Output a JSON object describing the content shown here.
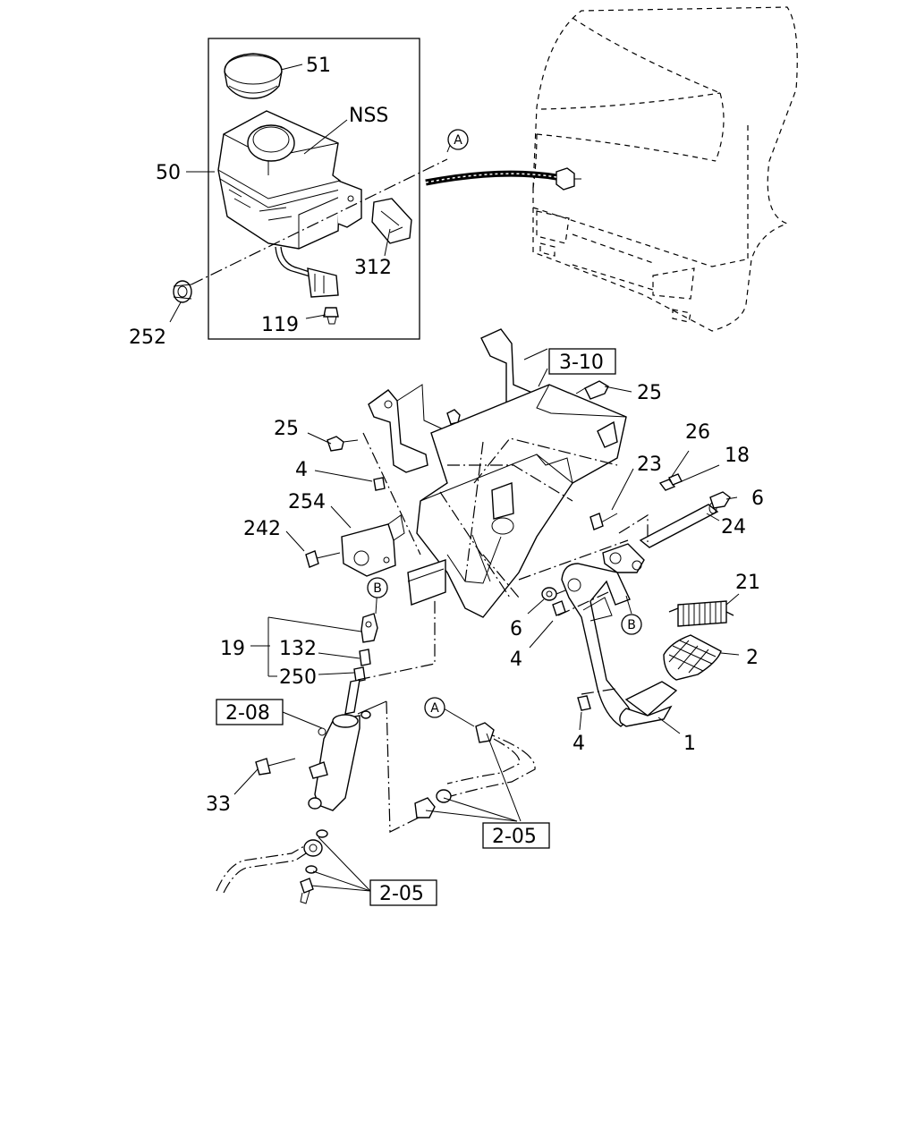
{
  "callouts": {
    "c51": "51",
    "nss": "NSS",
    "c50": "50",
    "c312": "312",
    "c252": "252",
    "c119": "119",
    "ref_3_10": "3-10",
    "c25a": "25",
    "c25b": "25",
    "c4a": "4",
    "c254": "254",
    "c242": "242",
    "c26": "26",
    "c18": "18",
    "c23": "23",
    "c6a": "6",
    "c24": "24",
    "c21": "21",
    "c2": "2",
    "c1": "1",
    "c4c": "4",
    "c6b": "6",
    "c4b": "4",
    "c19": "19",
    "c132": "132",
    "c250": "250",
    "ref_2_08": "2-08",
    "c33": "33",
    "ref_2_05a": "2-05",
    "ref_2_05b": "2-05"
  },
  "markers": {
    "a_top": "A",
    "a_lower": "A",
    "b_left": "B",
    "b_right": "B"
  }
}
